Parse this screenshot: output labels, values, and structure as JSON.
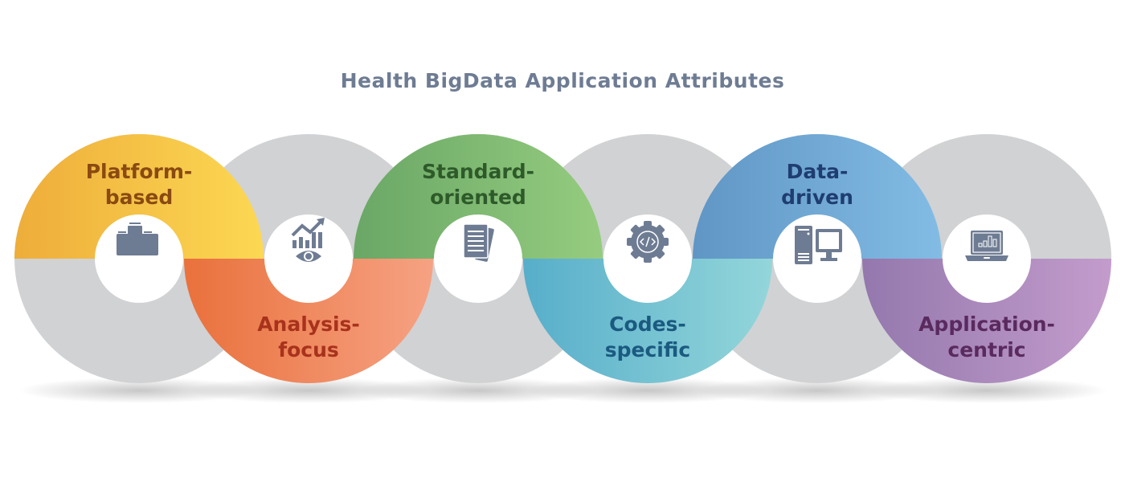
{
  "title": "Health BigData Application Attributes",
  "gray": "#D1D2D4",
  "icon_color": "#6E7C93",
  "items": [
    {
      "lines": [
        "Platform-",
        "based"
      ],
      "half": "top",
      "icon": "platform-blocks-icon",
      "colors": [
        "#EEAD3A",
        "#FCD853"
      ],
      "text_color": "#8A4A12"
    },
    {
      "lines": [
        "Analysis-",
        "focus"
      ],
      "half": "bottom",
      "icon": "chart-eye-icon",
      "colors": [
        "#E9713C",
        "#F6A283"
      ],
      "text_color": "#A8321C"
    },
    {
      "lines": [
        "Standard-",
        "oriented"
      ],
      "half": "top",
      "icon": "documents-icon",
      "colors": [
        "#6AA766",
        "#95CC7F"
      ],
      "text_color": "#2E5A2A"
    },
    {
      "lines": [
        "Codes-",
        "specific"
      ],
      "half": "bottom",
      "icon": "code-gear-icon",
      "colors": [
        "#57AECA",
        "#93D6DA"
      ],
      "text_color": "#1B5A80"
    },
    {
      "lines": [
        "Data-",
        "driven"
      ],
      "half": "top",
      "icon": "desktop-computer-icon",
      "colors": [
        "#6096C5",
        "#82BCE4"
      ],
      "text_color": "#1F3D70"
    },
    {
      "lines": [
        "Application-",
        "centric"
      ],
      "half": "bottom",
      "icon": "laptop-chart-icon",
      "colors": [
        "#9478AD",
        "#C39CCC"
      ],
      "text_color": "#5A2A5E"
    }
  ]
}
